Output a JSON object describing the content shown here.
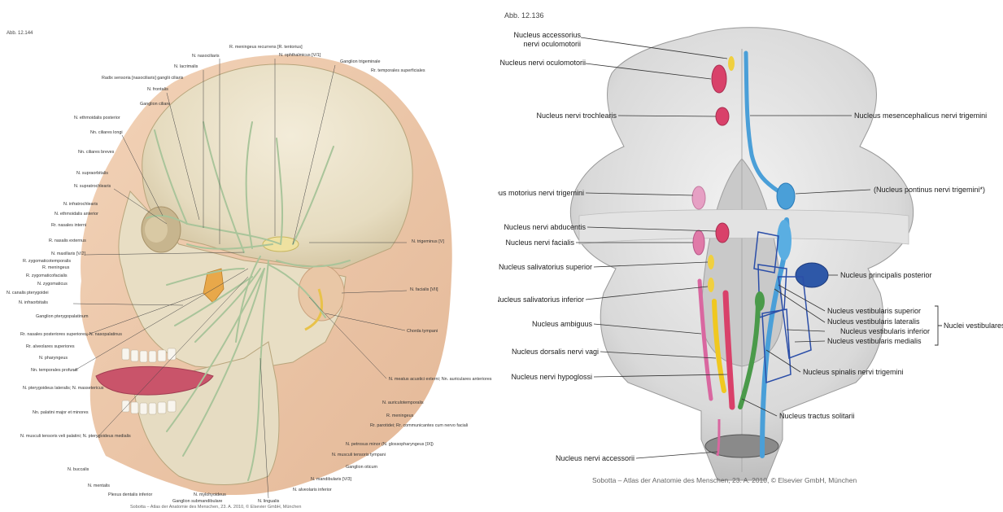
{
  "left_figure": {
    "figure_number": "Abb. 12.144",
    "credit": "Sobotta – Atlas der Anatomie des Menschen, 23. A. 2010, © Elsevier GmbH, München",
    "labels": [
      "R. meningeus recurrens [R. tentorius]",
      "N. nasociliaris",
      "N. ophthalmicus [V/1]",
      "Ganglion trigeminale",
      "Rr. temporales superficiales",
      "N. lacrimalis",
      "Radix sensoria [nasociliaris] ganglii ciliaris",
      "N. frontalis",
      "Ganglion ciliare",
      "N. ethmoidalis posterior",
      "Nn. ciliares longi",
      "Nn. ciliares breves",
      "N. supraorbitalis",
      "N. supratrochlearis",
      "N. infratrochlearis",
      "N. ethmoidalis anterior",
      "Rr. nasales interni",
      "R. nasalis externus",
      "N. maxillaris [V/2]",
      "R. zygomaticotemporalis",
      "R. meningeus",
      "R. zygomaticofacialis",
      "N. zygomaticus",
      "N. canalis pterygoidei",
      "N. infraorbitalis",
      "Ganglion pterygopalatinum",
      "Rr. nasales posteriores superiores; N. nasopalatinus",
      "Rr. alveolares superiores",
      "N. pharyngeus",
      "Nn. temporales profundi",
      "N. pterygoideus lateralis; N. massetericus",
      "Nn. palatini major et minores",
      "N. musculi tensoris veli palatini; N. pterygoideus medialis",
      "N. buccalis",
      "N. mentalis",
      "Plexus dentalis inferior",
      "Ganglion submandibulare",
      "N. mylohyoideus",
      "N. lingualis",
      "N. alveolaris inferior",
      "N. mandibularis [V/3]",
      "Ganglion oticum",
      "N. musculi tensoris tympani",
      "N. petrosus minor (N. glossopharyngeus [IX])",
      "Rr. parotidei; Rr. communicantes cum nervo faciali",
      "R. meningeus",
      "N. auriculotemporalis",
      "N. meatus acustici externi; Nn. auriculares anteriores",
      "Chorda tympani",
      "N. facialis [VII]",
      "N. trigeminus [V]"
    ]
  },
  "right_figure": {
    "figure_number": "Abb. 12.136",
    "credit": "Sobotta – Atlas der Anatomie des Menschen, 23. A. 2010, © Elsevier GmbH, München",
    "labels": {
      "accessorius_oculomotorii": [
        "Nucleus accessorius",
        "nervi oculomotorii"
      ],
      "oculomotorii": "Nucleus nervi oculomotorii",
      "trochlearis": "Nucleus nervi trochlearis",
      "mesencephalicus": "Nucleus mesencephalicus nervi trigemini",
      "motorius": "Nucleus motorius nervi trigemini",
      "pontinus": "(Nucleus pontinus nervi trigemini*)",
      "abducentis": "Nucleus nervi abducentis",
      "facialis": "Nucleus nervi facialis",
      "salivatorius_superior": "Nucleus salivatorius superior",
      "principalis_posterior": "Nucleus principalis posterior",
      "salivatorius_inferior": "Nucleus salivatorius inferior",
      "vestibularis_superior": "Nucleus vestibularis superior",
      "vestibularis_lateralis": "Nucleus vestibularis lateralis",
      "vestibularis_inferior": "Nucleus vestibularis inferior",
      "vestibularis_medialis": "Nucleus vestibularis medialis",
      "nuclei_vestibulares": "Nuclei vestibulares",
      "ambiguus": "Nucleus ambiguus",
      "dorsalis_vagi": "Nucleus dorsalis nervi vagi",
      "spinalis": "Nucleus spinalis nervi trigemini",
      "hypoglossi": "Nucleus nervi hypoglossi",
      "tractus_solitarii": "Nucleus tractus solitarii",
      "accessorii": "Nucleus nervi accessorii"
    }
  }
}
